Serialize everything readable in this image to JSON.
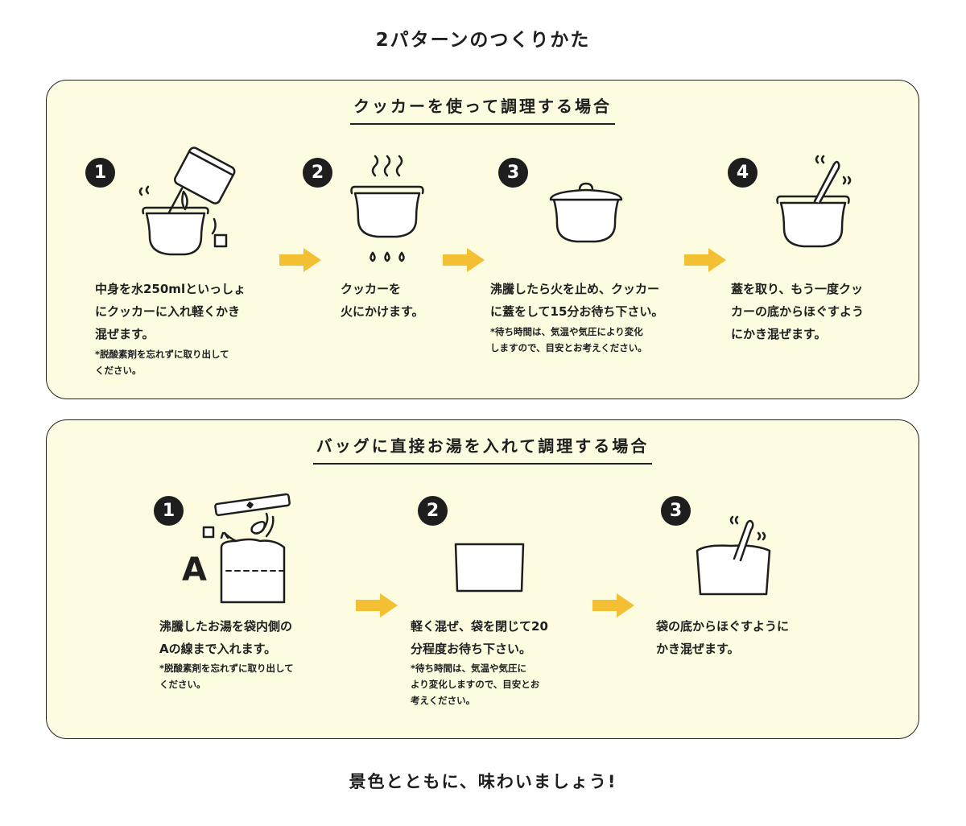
{
  "title": "2パターンのつくりかた",
  "footer": "景色とともに、味わいましょう!",
  "colors": {
    "panel_bg": "#fdfbe0",
    "arrow": "#f3bf33",
    "ink": "#1e1e1e"
  },
  "cooker": {
    "title": "クッカーを使って調理する場合",
    "steps": [
      {
        "num": "1",
        "icon": "pour-into-cooker-icon",
        "lines": [
          "中身を水250mlといっしょ",
          "にクッカーに入れ軽くかき",
          "混ぜます。"
        ],
        "note": [
          "*脱酸素剤を忘れずに取り出して",
          "ください。"
        ]
      },
      {
        "num": "2",
        "icon": "cooker-on-flame-icon",
        "lines": [
          "クッカーを",
          "火にかけます。"
        ],
        "note": []
      },
      {
        "num": "3",
        "icon": "lidded-cooker-icon",
        "lines": [
          "沸騰したら火を止め、クッカー",
          "に蓋をして15分お待ち下さい。"
        ],
        "note": [
          "*待ち時間は、気温や気圧により変化",
          "しますので、目安とお考えください。"
        ]
      },
      {
        "num": "4",
        "icon": "stir-cooker-icon",
        "lines": [
          "蓋を取り、もう一度クッ",
          "カーの底からほぐすよう",
          "にかき混ぜます。"
        ],
        "note": []
      }
    ]
  },
  "bag": {
    "title": "バッグに直接お湯を入れて調理する場合",
    "steps": [
      {
        "num": "1",
        "icon": "pour-into-bag-icon",
        "marker": "A",
        "lines": [
          "沸騰したお湯を袋内側の",
          "Aの線まで入れます。"
        ],
        "note": [
          "*脱酸素剤を忘れずに取り出して",
          "ください。"
        ]
      },
      {
        "num": "2",
        "icon": "sealed-bag-icon",
        "lines": [
          "軽く混ぜ、袋を閉じて20",
          "分程度お待ち下さい。"
        ],
        "note": [
          "*待ち時間は、気温や気圧に",
          "より変化しますので、目安とお",
          "考えください。"
        ]
      },
      {
        "num": "3",
        "icon": "stir-bag-icon",
        "lines": [
          "袋の底からほぐすように",
          "かき混ぜます。"
        ],
        "note": []
      }
    ]
  }
}
